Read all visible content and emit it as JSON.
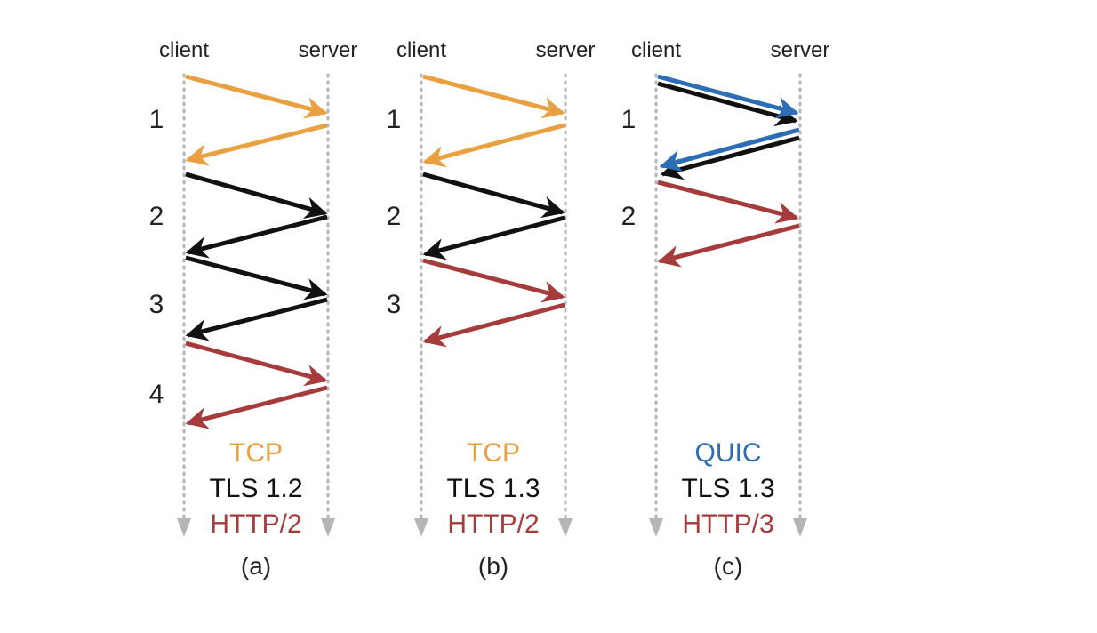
{
  "colors": {
    "tcp": "#e8a040",
    "tls": "#111111",
    "http": "#a53b3b",
    "quic": "#2c6db6",
    "lifeline": "#b5b5b5",
    "text": "#222222"
  },
  "panels": [
    {
      "id": "a",
      "client_label": "client",
      "server_label": "server",
      "round_labels": [
        "1",
        "2",
        "3",
        "4"
      ],
      "stack": [
        {
          "text": "TCP",
          "color": "#e8a040"
        },
        {
          "text": "TLS 1.2",
          "color": "#111111"
        },
        {
          "text": "HTTP/2",
          "color": "#a53b3b"
        }
      ],
      "caption": "(a)"
    },
    {
      "id": "b",
      "client_label": "client",
      "server_label": "server",
      "round_labels": [
        "1",
        "2",
        "3"
      ],
      "stack": [
        {
          "text": "TCP",
          "color": "#e8a040"
        },
        {
          "text": "TLS 1.3",
          "color": "#111111"
        },
        {
          "text": "HTTP/2",
          "color": "#a53b3b"
        }
      ],
      "caption": "(b)"
    },
    {
      "id": "c",
      "client_label": "client",
      "server_label": "server",
      "round_labels": [
        "1",
        "2"
      ],
      "stack": [
        {
          "text": "QUIC",
          "color": "#2c6db6"
        },
        {
          "text": "TLS 1.3",
          "color": "#111111"
        },
        {
          "text": "HTTP/3",
          "color": "#a53b3b"
        }
      ],
      "caption": "(c)"
    }
  ]
}
